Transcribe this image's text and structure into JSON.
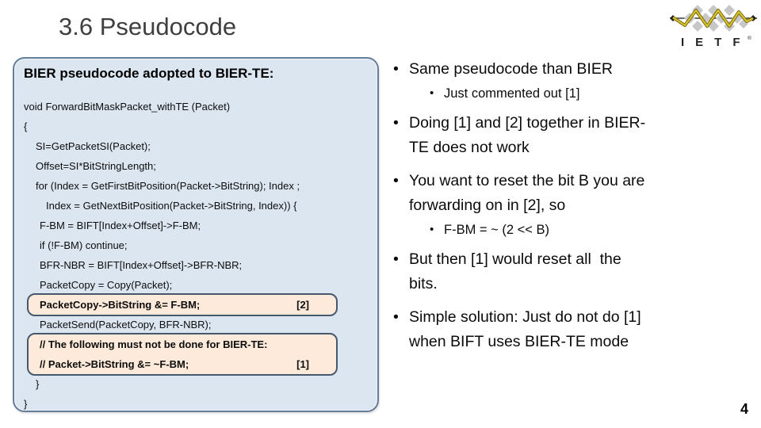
{
  "slide": {
    "title": "3.6 Pseudocode",
    "page_number": "4",
    "logo": {
      "letters": "IETF",
      "registered": "®"
    },
    "code_panel": {
      "heading": "BIER pseudocode adopted to BIER-TE:",
      "lines": [
        {
          "t": "void ForwardBitMaskPacket_withTE (Packet)",
          "ind": 0
        },
        {
          "t": "{",
          "ind": 0
        },
        {
          "t": "SI=GetPacketSI(Packet);",
          "ind": 15
        },
        {
          "t": "Offset=SI*BitStringLength;",
          "ind": 15
        },
        {
          "t": "for (Index = GetFirstBitPosition(Packet->BitString); Index ;",
          "ind": 15
        },
        {
          "t": "Index = GetNextBitPosition(Packet->BitString, Index)) {",
          "ind": 28
        },
        {
          "t": "F-BM = BIFT[Index+Offset]->F-BM;",
          "ind": 20
        },
        {
          "t": "if (!F-BM) continue;",
          "ind": 20
        },
        {
          "t": "BFR-NBR = BIFT[Index+Offset]->BFR-NBR;",
          "ind": 20
        },
        {
          "t": "PacketCopy = Copy(Packet);",
          "ind": 20
        },
        {
          "t": "PacketCopy->BitString &= F-BM;",
          "tag": "[2]",
          "hl": "box-2",
          "ind": 20
        },
        {
          "t": "PacketSend(PacketCopy, BFR-NBR);",
          "ind": 20
        },
        {
          "t": "// The following must not be done for BIER-TE:",
          "hl": "box-1",
          "ind": 20
        },
        {
          "t": "// Packet->BitString &= ~F-BM;",
          "tag": "[1]",
          "hl": "box-1",
          "ind": 20
        },
        {
          "t": "}",
          "ind": 15
        },
        {
          "t": "}",
          "ind": 0
        }
      ]
    },
    "bullets": [
      {
        "level": 1,
        "text": "Same pseudocode than BIER"
      },
      {
        "level": 2,
        "text": "Just commented out [1]"
      },
      {
        "level": 1,
        "text": "Doing [1] and [2] together in BIER-\nTE does not work"
      },
      {
        "level": 1,
        "text": "You want to reset the bit B you are\nforwarding on in [2], so"
      },
      {
        "level": 2,
        "text": "F-BM = ~ (2 << B)"
      },
      {
        "level": 1,
        "text": "But then [1] would reset all  the\nbits."
      },
      {
        "level": 1,
        "text": "Simple solution: Just do not do [1]\nwhen BIFT uses BIER-TE mode"
      }
    ],
    "colors": {
      "panel_bg": "#dce6f1",
      "panel_border": "#637d9b",
      "highlight_bg": "#fdeada",
      "highlight_border": "#46586e",
      "title_color": "#3f3f3f",
      "logo_gray": "#c7c7c7",
      "logo_yellow": "#d9c327"
    }
  }
}
